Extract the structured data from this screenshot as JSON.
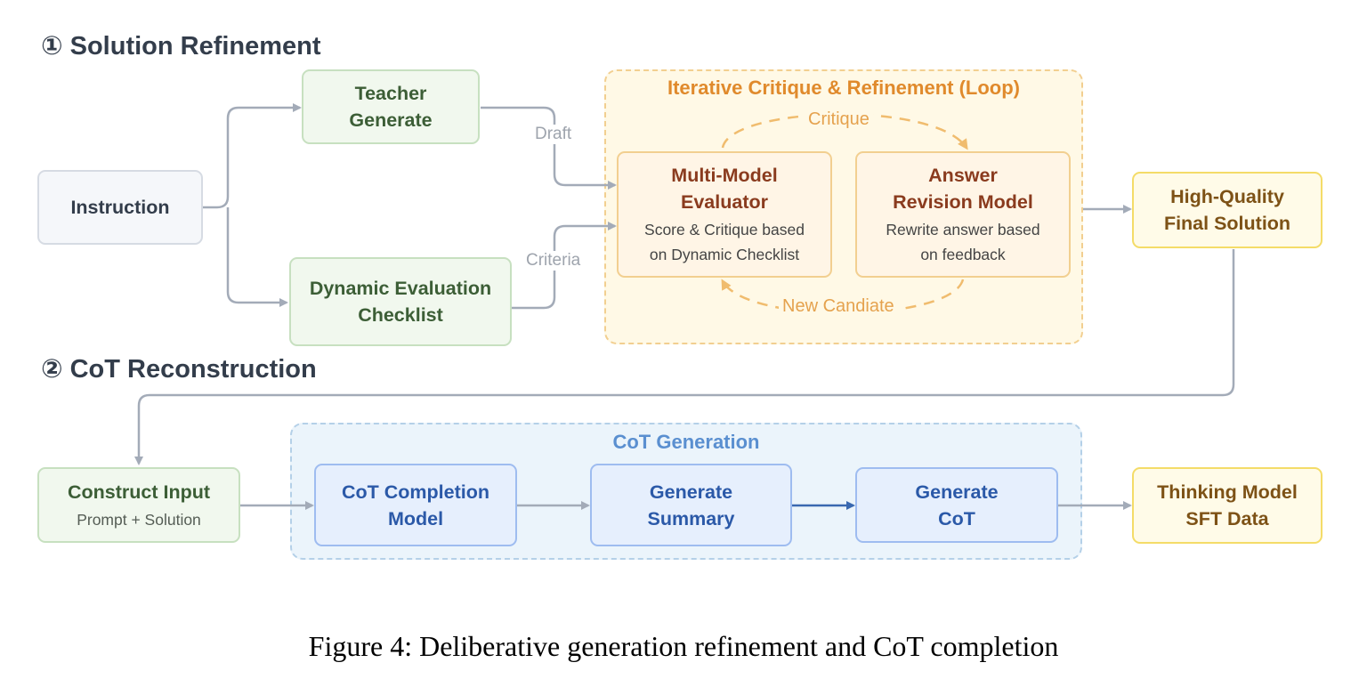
{
  "sections": {
    "refinement": "① Solution Refinement",
    "reconstruction": "② CoT Reconstruction"
  },
  "regions": {
    "loop_title": "Iterative Critique & Refinement (Loop)",
    "cot_title": "CoT Generation"
  },
  "nodes": {
    "instruction": {
      "title": "Instruction"
    },
    "teacher": {
      "title": "Teacher\nGenerate"
    },
    "checklist": {
      "title": "Dynamic Evaluation\nChecklist"
    },
    "evaluator": {
      "title": "Multi-Model\nEvaluator",
      "subtitle": "Score & Critique based\non Dynamic Checklist"
    },
    "revision": {
      "title": "Answer\nRevision Model",
      "subtitle": "Rewrite answer based\non feedback"
    },
    "final_solution": {
      "title": "High-Quality\nFinal Solution"
    },
    "construct": {
      "title": "Construct Input",
      "subtitle": "Prompt + Solution"
    },
    "cot_completion": {
      "title": "CoT Completion\nModel"
    },
    "summary": {
      "title": "Generate\nSummary"
    },
    "gen_cot": {
      "title": "Generate\nCoT"
    },
    "sft": {
      "title": "Thinking Model\nSFT Data"
    }
  },
  "edge_labels": {
    "draft": "Draft",
    "criteria": "Criteria",
    "critique": "Critique",
    "new_candidate": "New Candiate"
  },
  "caption": "Figure 4: Deliberative generation refinement and CoT completion",
  "colors": {
    "arrow_gray": "#a3abb8",
    "arrow_blue": "#3968b0",
    "loop_orange": "#f0bc6e",
    "region_loop_fill": "#fff9e6",
    "region_loop_border": "#f2cf90",
    "region_cot_fill": "#ebf4fb",
    "region_cot_border": "#b4d0e8",
    "region_loop_title": "#e08a2c",
    "region_cot_title": "#5a8fd0"
  }
}
